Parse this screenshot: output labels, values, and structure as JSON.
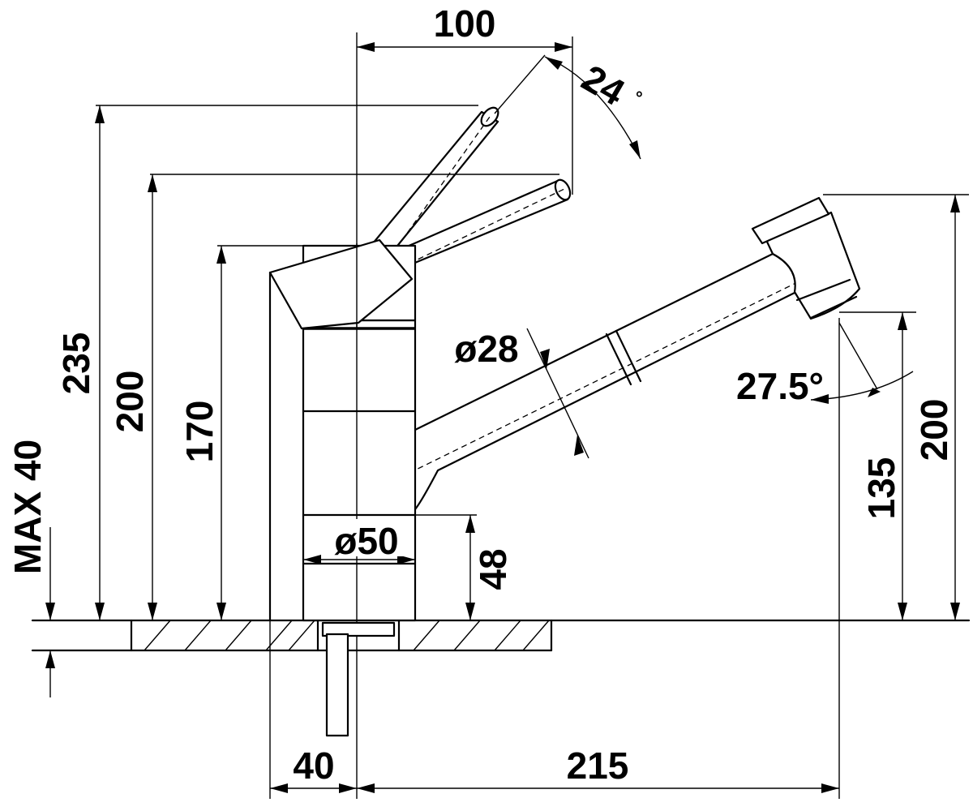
{
  "dimensions": {
    "top_width": "100",
    "lever_angle": "24",
    "lever_angle_unit": "°",
    "height_lever_max": "235",
    "height_lever_closed": "200",
    "height_body": "170",
    "max_deck": "MAX 40",
    "spout_diameter": "ø28",
    "spout_angle": "27.5°",
    "base_diameter": "ø50",
    "base_height": "48",
    "outlet_height": "135",
    "spout_top_height": "200",
    "bottom_left": "40",
    "bottom_reach": "215"
  }
}
